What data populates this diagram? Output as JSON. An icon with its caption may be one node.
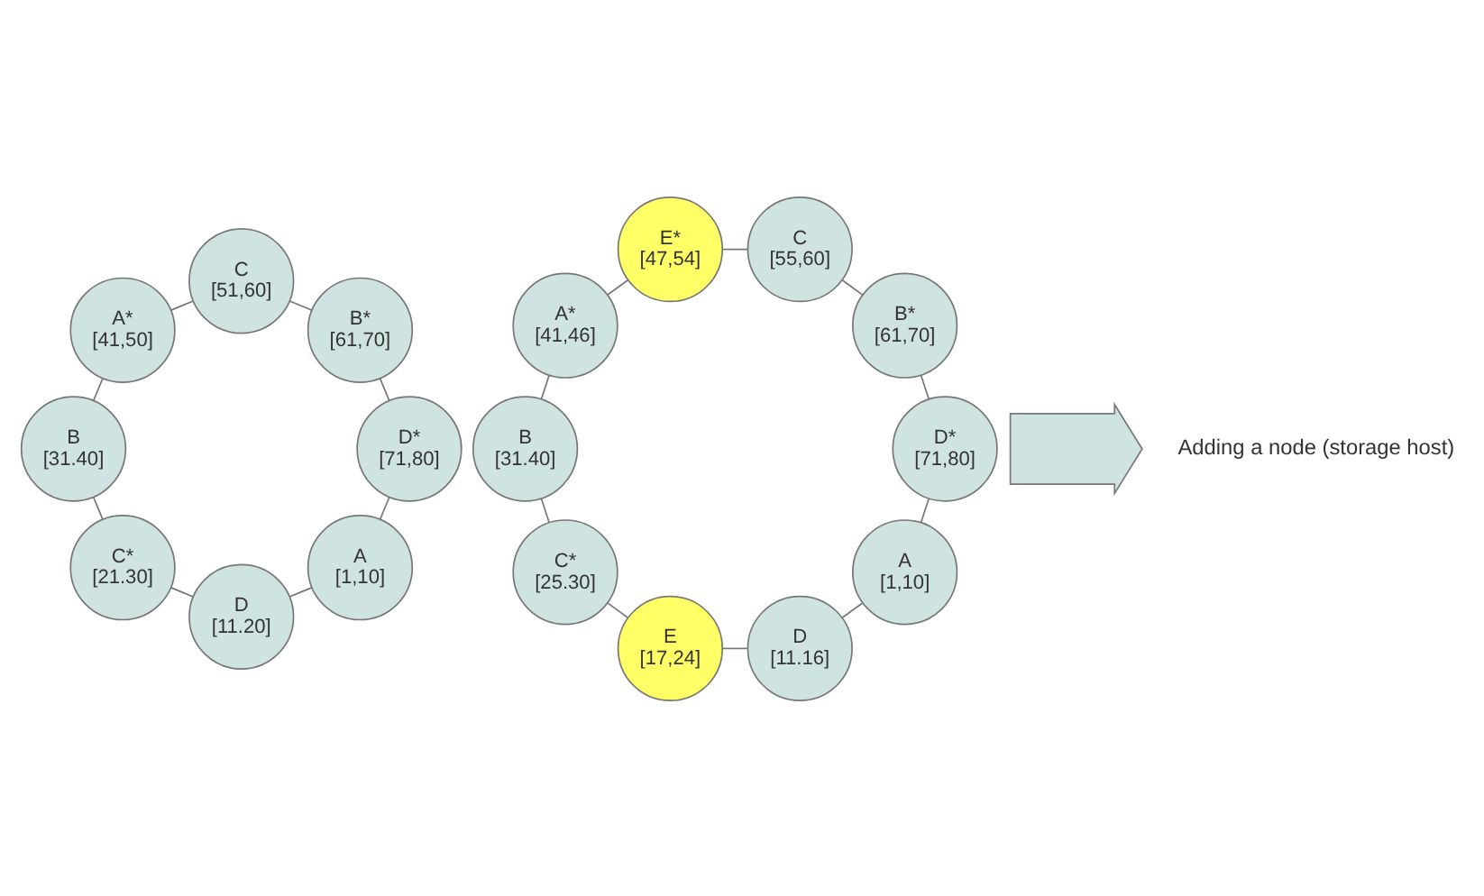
{
  "diagram": {
    "nodes": [
      {
        "text": [
          "A",
          "[1,10]"
        ]
      },
      {
        "text": [
          "D",
          "[11.20]"
        ]
      },
      {
        "text": [
          "C*",
          "[21.30]"
        ]
      },
      {
        "text": [
          "B",
          "[31.40]"
        ]
      },
      {
        "text": [
          "A*",
          "[41,50]"
        ]
      },
      {
        "text": [
          "C",
          "[51,60]"
        ]
      },
      {
        "text": [
          "B*",
          "[61,70]"
        ]
      },
      {
        "text": [
          "D*",
          "[71,80]"
        ]
      },
      {
        "text": [
          "A",
          "[1,10]"
        ]
      },
      {
        "text": [
          "D",
          "[11.16]"
        ]
      },
      {
        "text": [
          "E",
          "[17,24]"
        ]
      },
      {
        "text": [
          "C*",
          "[25.30]"
        ]
      },
      {
        "text": [
          "B",
          "[31.40]"
        ]
      },
      {
        "text": [
          "A*",
          "[41,46]"
        ]
      },
      {
        "text": [
          "E*",
          "[47,54]"
        ]
      },
      {
        "text": [
          "C",
          "[55,60]"
        ]
      },
      {
        "text": [
          "B*",
          "[61,70]"
        ]
      },
      {
        "text": [
          "D*",
          "[71,80]"
        ]
      },
      {
        "text": [],
        "shape": "arrow"
      }
    ],
    "edges": [
      {
        "from": 0,
        "to": 1,
        "arrow": "none"
      },
      {
        "from": 1,
        "to": 2,
        "arrow": "none"
      },
      {
        "from": 2,
        "to": 3,
        "arrow": "none"
      },
      {
        "from": 3,
        "to": 4,
        "arrow": "none"
      },
      {
        "from": 4,
        "to": 5,
        "arrow": "none"
      },
      {
        "from": 5,
        "to": 6,
        "arrow": "none"
      },
      {
        "from": 6,
        "to": 7,
        "arrow": "none"
      },
      {
        "from": 7,
        "to": 0,
        "arrow": "none"
      },
      {
        "from": 8,
        "to": 9,
        "arrow": "none"
      },
      {
        "from": 9,
        "to": 10,
        "arrow": "none"
      },
      {
        "from": 10,
        "to": 11,
        "arrow": "none"
      },
      {
        "from": 11,
        "to": 12,
        "arrow": "none"
      },
      {
        "from": 12,
        "to": 13,
        "arrow": "none"
      },
      {
        "from": 13,
        "to": 14,
        "arrow": "none"
      },
      {
        "from": 14,
        "to": 15,
        "arrow": "none"
      },
      {
        "from": 15,
        "to": 16,
        "arrow": "none"
      },
      {
        "from": 16,
        "to": 17,
        "arrow": "none"
      },
      {
        "from": 17,
        "to": 8,
        "arrow": "none"
      }
    ],
    "labels": [
      "Adding a node (storage host)"
    ]
  }
}
